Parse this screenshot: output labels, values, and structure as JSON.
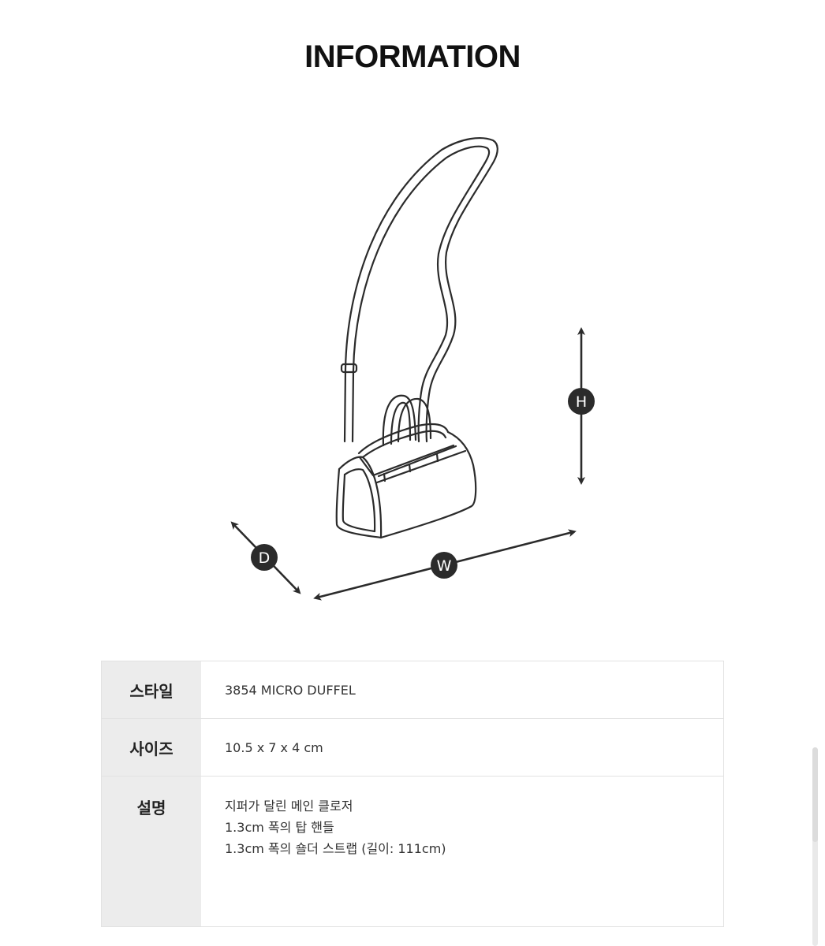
{
  "title": "INFORMATION",
  "diagram": {
    "height_marker": "H",
    "width_marker": "W",
    "depth_marker": "D"
  },
  "table": {
    "rows": [
      {
        "label": "스타일",
        "value": "3854 MICRO DUFFEL"
      },
      {
        "label": "사이즈",
        "value": "10.5 x 7 x 4 cm"
      },
      {
        "label": "설명",
        "lines": [
          "지퍼가 달린 메인 클로저",
          "1.3cm 폭의 탑 핸들",
          "1.3cm 폭의 숄더 스트랩 (길이: 111cm)"
        ]
      }
    ]
  },
  "colors": {
    "label_bg": "#ececec",
    "border": "#e2e2e2",
    "marker_fill": "#2b2b2b"
  }
}
